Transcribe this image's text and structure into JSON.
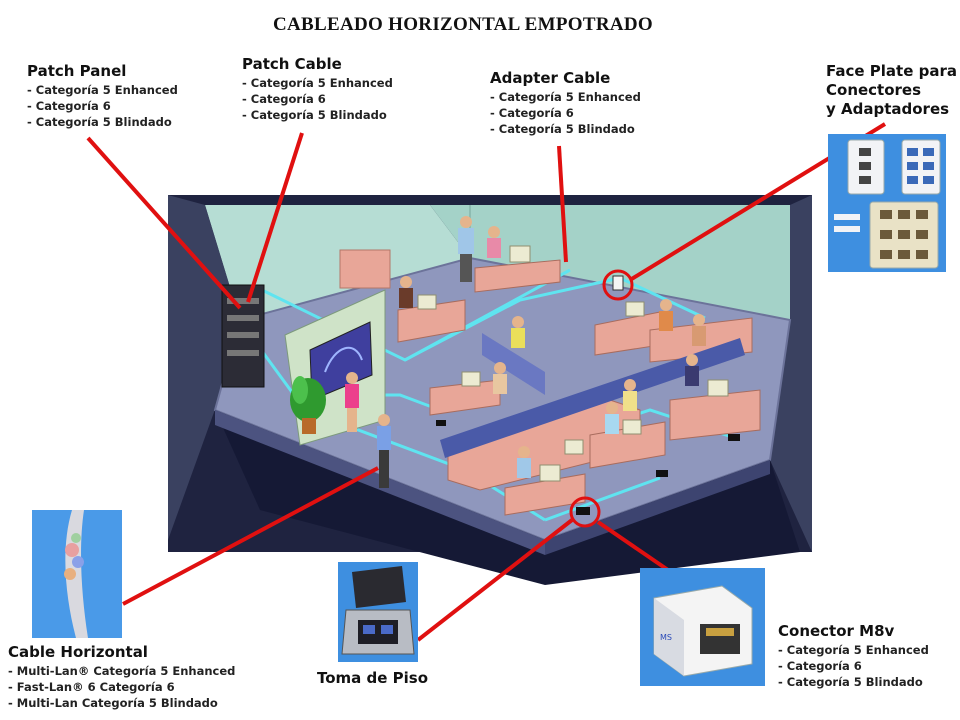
{
  "title": "CABLEADO HORIZONTAL EMPOTRADO",
  "patch_panel": {
    "title": "Patch Panel",
    "items": [
      "Categoría 5 Enhanced",
      "Categoría 6",
      "Categoría 5 Blindado"
    ]
  },
  "patch_cable": {
    "title": "Patch Cable",
    "items": [
      "Categoría 5 Enhanced",
      "Categoría 6",
      "Categoría 5 Blindado"
    ]
  },
  "adapter_cable": {
    "title": "Adapter Cable",
    "items": [
      "Categoría 5 Enhanced",
      "Categoría 6",
      "Categoría 5 Blindado"
    ]
  },
  "face_plate": {
    "lines": [
      "Face Plate para",
      "Conectores",
      "y Adaptadores"
    ]
  },
  "cable_horizontal": {
    "title": "Cable Horizontal",
    "items": [
      "Multi-Lan® Categoría 5 Enhanced",
      "Fast-Lan® 6 Categoría 6",
      "Multi-Lan Categoría 5 Blindado"
    ]
  },
  "toma_piso": {
    "title": "Toma de Piso"
  },
  "conector": {
    "title": "Conector M8v",
    "items": [
      "Categoría 5 Enhanced",
      "Categoría 6",
      "Categoría 5 Blindado"
    ]
  },
  "colors": {
    "callout_line": "#e01010",
    "floor": "#8f97bd",
    "wall": "#a9d5cc",
    "cable": "#5fe4f0",
    "desk": "#e8a698",
    "divider": "#4a5aa8"
  }
}
